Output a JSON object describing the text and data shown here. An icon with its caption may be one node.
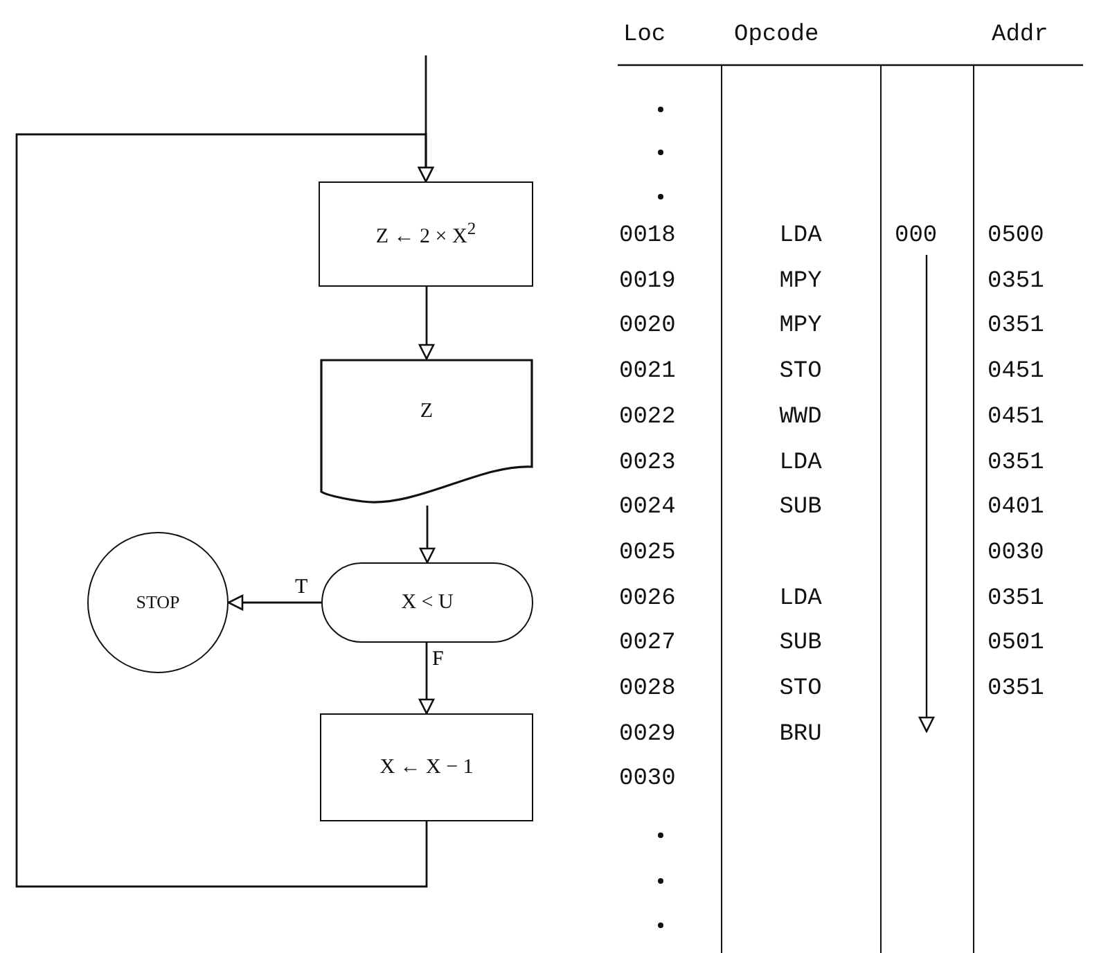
{
  "diagram": {
    "nodes": [
      {
        "text": [
          "Z ← 2 × X$^{2}$"
        ]
      },
      {
        "text": [
          "Z"
        ]
      },
      {
        "text": [
          "X < U"
        ]
      },
      {
        "text": [
          "STOP"
        ]
      },
      {
        "text": [
          "X ← X − 1"
        ]
      }
    ],
    "edges": [
      {
        "from": null,
        "to": 0,
        "arrow": "to"
      },
      {
        "from": 0,
        "to": 1,
        "arrow": "to"
      },
      {
        "from": 1,
        "to": 2,
        "arrow": "to"
      },
      {
        "from": 2,
        "to": 3,
        "arrow": "to",
        "label": "T"
      },
      {
        "from": 2,
        "to": 4,
        "arrow": "to",
        "label": "F"
      },
      {
        "from": 4,
        "to": 0,
        "arrow": "to"
      }
    ],
    "labels": [
      "Loc",
      "Opcode",
      "Addr",
      "0018",
      "LDA",
      "000",
      "0500",
      "0019",
      "MPY",
      "0351",
      "0020",
      "MPY",
      "0351",
      "0021",
      "STO",
      "0451",
      "0022",
      "WWD",
      "0451",
      "0023",
      "LDA",
      "0351",
      "0024",
      "SUB",
      "0401",
      "0025",
      "0030",
      "0026",
      "LDA",
      "0351",
      "0027",
      "SUB",
      "0501",
      "0028",
      "STO",
      "0351",
      "0029",
      "BRU",
      "0030"
    ]
  }
}
